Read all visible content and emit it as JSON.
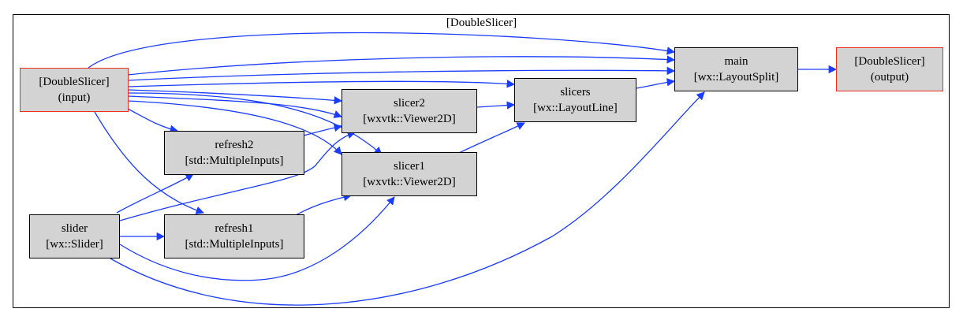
{
  "colors": {
    "node_fill": "#d3d3d3",
    "edge": "#1a3cff",
    "io_border": "#e8301c",
    "border": "#000000"
  },
  "cluster": {
    "label": "[DoubleSlicer]"
  },
  "nodes": {
    "input": {
      "name": "[DoubleSlicer]",
      "type": "(input)"
    },
    "output": {
      "name": "[DoubleSlicer]",
      "type": "(output)"
    },
    "main": {
      "name": "main",
      "type": "[wx::LayoutSplit]"
    },
    "slicers": {
      "name": "slicers",
      "type": "[wx::LayoutLine]"
    },
    "slicer2": {
      "name": "slicer2",
      "type": "[wxvtk::Viewer2D]"
    },
    "slicer1": {
      "name": "slicer1",
      "type": "[wxvtk::Viewer2D]"
    },
    "refresh2": {
      "name": "refresh2",
      "type": "[std::MultipleInputs]"
    },
    "refresh1": {
      "name": "refresh1",
      "type": "[std::MultipleInputs]"
    },
    "slider": {
      "name": "slider",
      "type": "[wx::Slider]"
    }
  },
  "edges": [
    {
      "from": "input",
      "to": "main"
    },
    {
      "from": "input",
      "to": "main"
    },
    {
      "from": "input",
      "to": "main"
    },
    {
      "from": "input",
      "to": "slicers"
    },
    {
      "from": "input",
      "to": "slicer2"
    },
    {
      "from": "input",
      "to": "slicer2"
    },
    {
      "from": "input",
      "to": "slicer1"
    },
    {
      "from": "input",
      "to": "slicer1"
    },
    {
      "from": "input",
      "to": "refresh2"
    },
    {
      "from": "input",
      "to": "refresh1"
    },
    {
      "from": "slider",
      "to": "refresh2"
    },
    {
      "from": "slider",
      "to": "refresh1"
    },
    {
      "from": "slider",
      "to": "slicer2"
    },
    {
      "from": "slider",
      "to": "slicer1"
    },
    {
      "from": "slider",
      "to": "main"
    },
    {
      "from": "refresh2",
      "to": "slicer2"
    },
    {
      "from": "refresh1",
      "to": "slicer1"
    },
    {
      "from": "slicer2",
      "to": "slicers"
    },
    {
      "from": "slicer1",
      "to": "slicers"
    },
    {
      "from": "slicers",
      "to": "main"
    },
    {
      "from": "main",
      "to": "output"
    }
  ]
}
